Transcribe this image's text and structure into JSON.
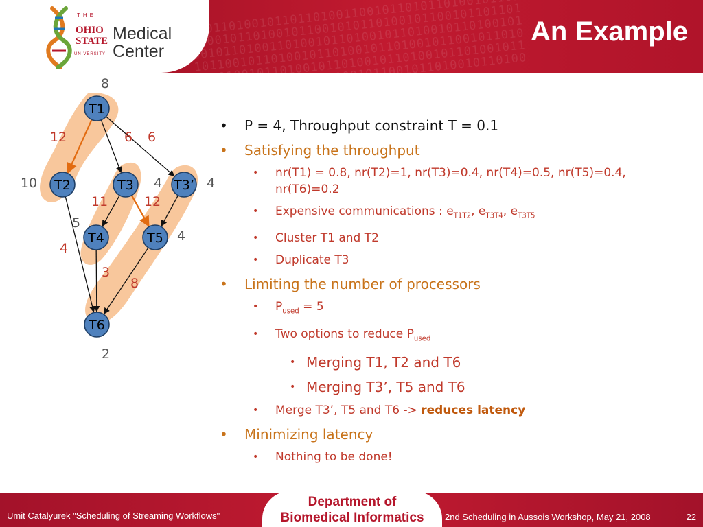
{
  "header": {
    "title": "An Example",
    "logo": {
      "the": "THE",
      "ohio": "OHIO",
      "state": "STATE",
      "university": "UNIVERSITY",
      "line1": "Medical",
      "line2": "Center"
    },
    "binary_text": "0101101001011011010011001011010110100101101\n1100101101001011001010110100101100101101101\n0010110100110100101101001011010010110100101\n1011001011010010110100101101001011001011010\n0110100101101001011010010110100101101001011\n1010010110100101101001011001011010010110100"
  },
  "graph": {
    "nodes": [
      {
        "id": "T1",
        "label": "T1",
        "weight": "8"
      },
      {
        "id": "T2",
        "label": "T2",
        "weight": "10"
      },
      {
        "id": "T3",
        "label": "T3",
        "weight": ""
      },
      {
        "id": "T3p",
        "label": "T3’",
        "weight": "4"
      },
      {
        "id": "T4",
        "label": "T4",
        "weight": "5"
      },
      {
        "id": "T5",
        "label": "T5",
        "weight": "4"
      },
      {
        "id": "T6",
        "label": "T6",
        "weight": "2"
      }
    ],
    "edges": [
      {
        "from": "T1",
        "to": "T2",
        "label": "12",
        "expensive": true
      },
      {
        "from": "T1",
        "to": "T3",
        "label": "6",
        "expensive": false
      },
      {
        "from": "T1",
        "to": "T3p",
        "label": "6",
        "expensive": false
      },
      {
        "from": "T3",
        "to": "T4",
        "label": "11",
        "expensive": false
      },
      {
        "from": "T3",
        "to": "T5",
        "label": "12",
        "expensive": true
      },
      {
        "from": "T3p",
        "to": "T5",
        "label": "",
        "expensive": false
      },
      {
        "from": "T2",
        "to": "T6",
        "label": "4",
        "expensive": false
      },
      {
        "from": "T4",
        "to": "T6",
        "label": "3",
        "expensive": false
      },
      {
        "from": "T5",
        "to": "T6",
        "label": "8",
        "expensive": false
      }
    ],
    "extra_labels": [
      {
        "id": "t3-weight",
        "text": "4"
      }
    ],
    "colors": {
      "node_fill": "#4f81bd",
      "node_stroke": "#1f3f66",
      "cluster_fill": "#f8c79c",
      "expensive_edge": "#e26b10",
      "edge": "#111111",
      "weight_text": "#555555",
      "label_text": "#c0392b"
    }
  },
  "bullets": [
    {
      "level": 1,
      "color": "black",
      "parts": [
        {
          "t": "P = 4, Throughput constraint T = 0.1"
        }
      ]
    },
    {
      "level": 1,
      "color": "orange",
      "parts": [
        {
          "t": "Satisfying the throughput"
        }
      ]
    },
    {
      "level": 2,
      "color": "red",
      "parts": [
        {
          "t": "nr(T1) = 0.8, nr(T2)=1, nr(T3)=0.4, nr(T4)=0.5, nr(T5)=0.4, nr(T6)=0.2"
        }
      ]
    },
    {
      "level": 2,
      "color": "red",
      "parts": [
        {
          "t": "Expensive communications : e"
        },
        {
          "t": "T1T2",
          "sub": true
        },
        {
          "t": ", e"
        },
        {
          "t": "T3T4",
          "sub": true
        },
        {
          "t": ", e"
        },
        {
          "t": "T3T5",
          "sub": true
        }
      ]
    },
    {
      "level": 2,
      "color": "red",
      "parts": [
        {
          "t": "Cluster T1 and T2"
        }
      ]
    },
    {
      "level": 2,
      "color": "red",
      "parts": [
        {
          "t": "Duplicate T3"
        }
      ]
    },
    {
      "level": 1,
      "color": "orange",
      "parts": [
        {
          "t": "Limiting the number of processors"
        }
      ]
    },
    {
      "level": 2,
      "color": "red",
      "parts": [
        {
          "t": "P"
        },
        {
          "t": "used",
          "sub": true
        },
        {
          "t": " = 5"
        }
      ]
    },
    {
      "level": 2,
      "color": "red",
      "parts": [
        {
          "t": "Two options to reduce P"
        },
        {
          "t": "used",
          "sub": true
        }
      ]
    },
    {
      "level": 3,
      "color": "red",
      "parts": [
        {
          "t": "Merging T1, T2 and T6"
        }
      ]
    },
    {
      "level": 3,
      "color": "red",
      "parts": [
        {
          "t": "Merging T3’, T5 and T6"
        }
      ]
    },
    {
      "level": 2,
      "color": "red",
      "parts": [
        {
          "t": "Merge T3’, T5 and T6 -> "
        },
        {
          "t": "reduces latency",
          "strong": true
        }
      ]
    },
    {
      "level": 1,
      "color": "orange",
      "parts": [
        {
          "t": "Minimizing latency"
        }
      ]
    },
    {
      "level": 2,
      "color": "red",
      "parts": [
        {
          "t": "Nothing to be done!"
        }
      ]
    }
  ],
  "footer": {
    "left": "Umit Catalyurek \"Scheduling of Streaming Workflows\"",
    "dept_line1": "Department of",
    "dept_line2": "Biomedical Informatics",
    "right": "2nd Scheduling in Aussois Workshop, May 21, 2008",
    "page": "22"
  }
}
